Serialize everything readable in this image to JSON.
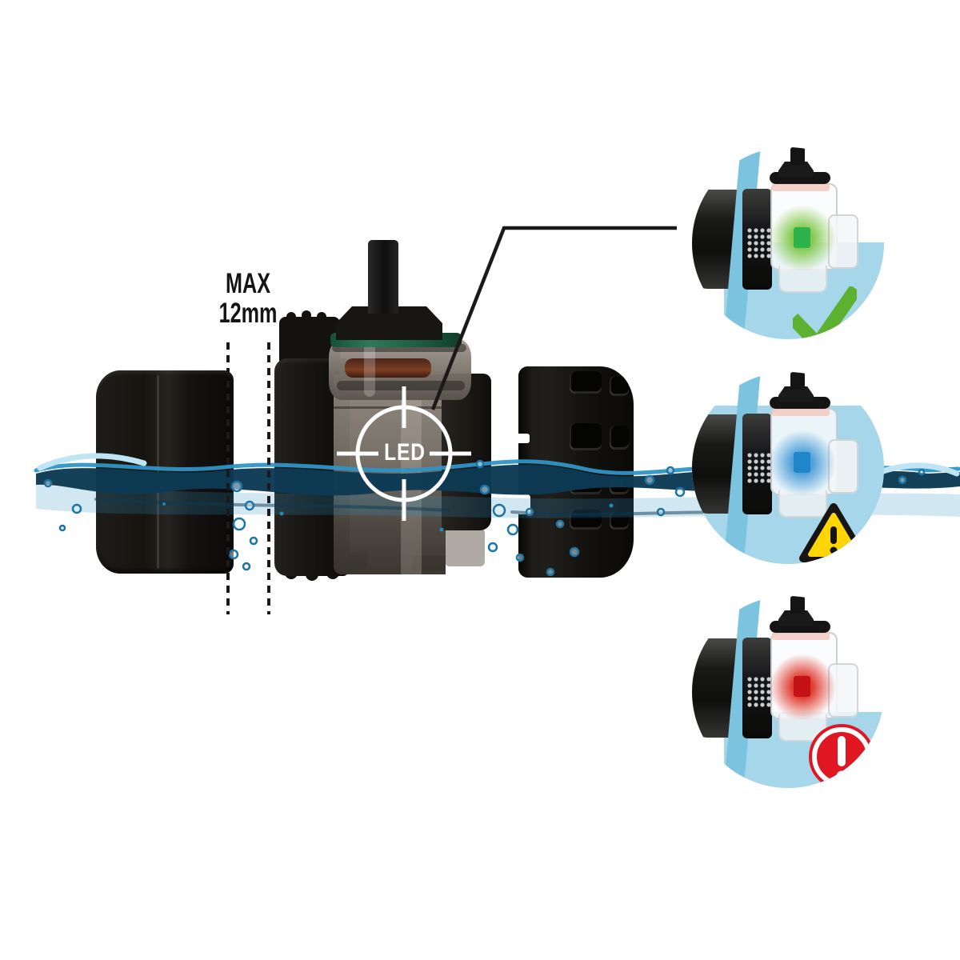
{
  "title": "Aquarium pump installation diagram with LED water-level indicator",
  "labels": {
    "max_thickness_line1": "MAX",
    "max_thickness_line2": "12mm",
    "led_target": "LED"
  },
  "glass_gauge": {
    "meaning": "maximum glass thickness between dashed lines",
    "value": "12mm"
  },
  "insets": [
    {
      "name": "led-status-ok",
      "led_color_name": "green",
      "status_icon": "check-icon",
      "water_level": "at LED height"
    },
    {
      "name": "led-status-warning",
      "led_color_name": "blue",
      "status_icon": "warning-triangle-icon",
      "water_level": "above LED"
    },
    {
      "name": "led-status-alert",
      "led_color_name": "red",
      "status_icon": "alert-circle-icon",
      "water_level": "below LED"
    }
  ],
  "colors": {
    "ink": "#1a1a1a",
    "led-green": "#2db24c",
    "led-green-glow": "rgba(120,195,60,0.9)",
    "led-blue": "#1f86c9",
    "led-blue-glow": "rgba(64,150,215,0.9)",
    "led-red": "#c41117",
    "led-red-glow": "rgba(220,40,25,0.9)",
    "ok-green": "#5cb130",
    "warn-yellow": "#ffd504",
    "warn-dark": "#161513",
    "alert-red": "#e01722",
    "inset-water": "#a6d6ea",
    "glass-blue": "#7cc3e0",
    "water-deep": "#0d3a54",
    "water-mid": "#2e93c6",
    "water-light": "#bfe4f3"
  }
}
